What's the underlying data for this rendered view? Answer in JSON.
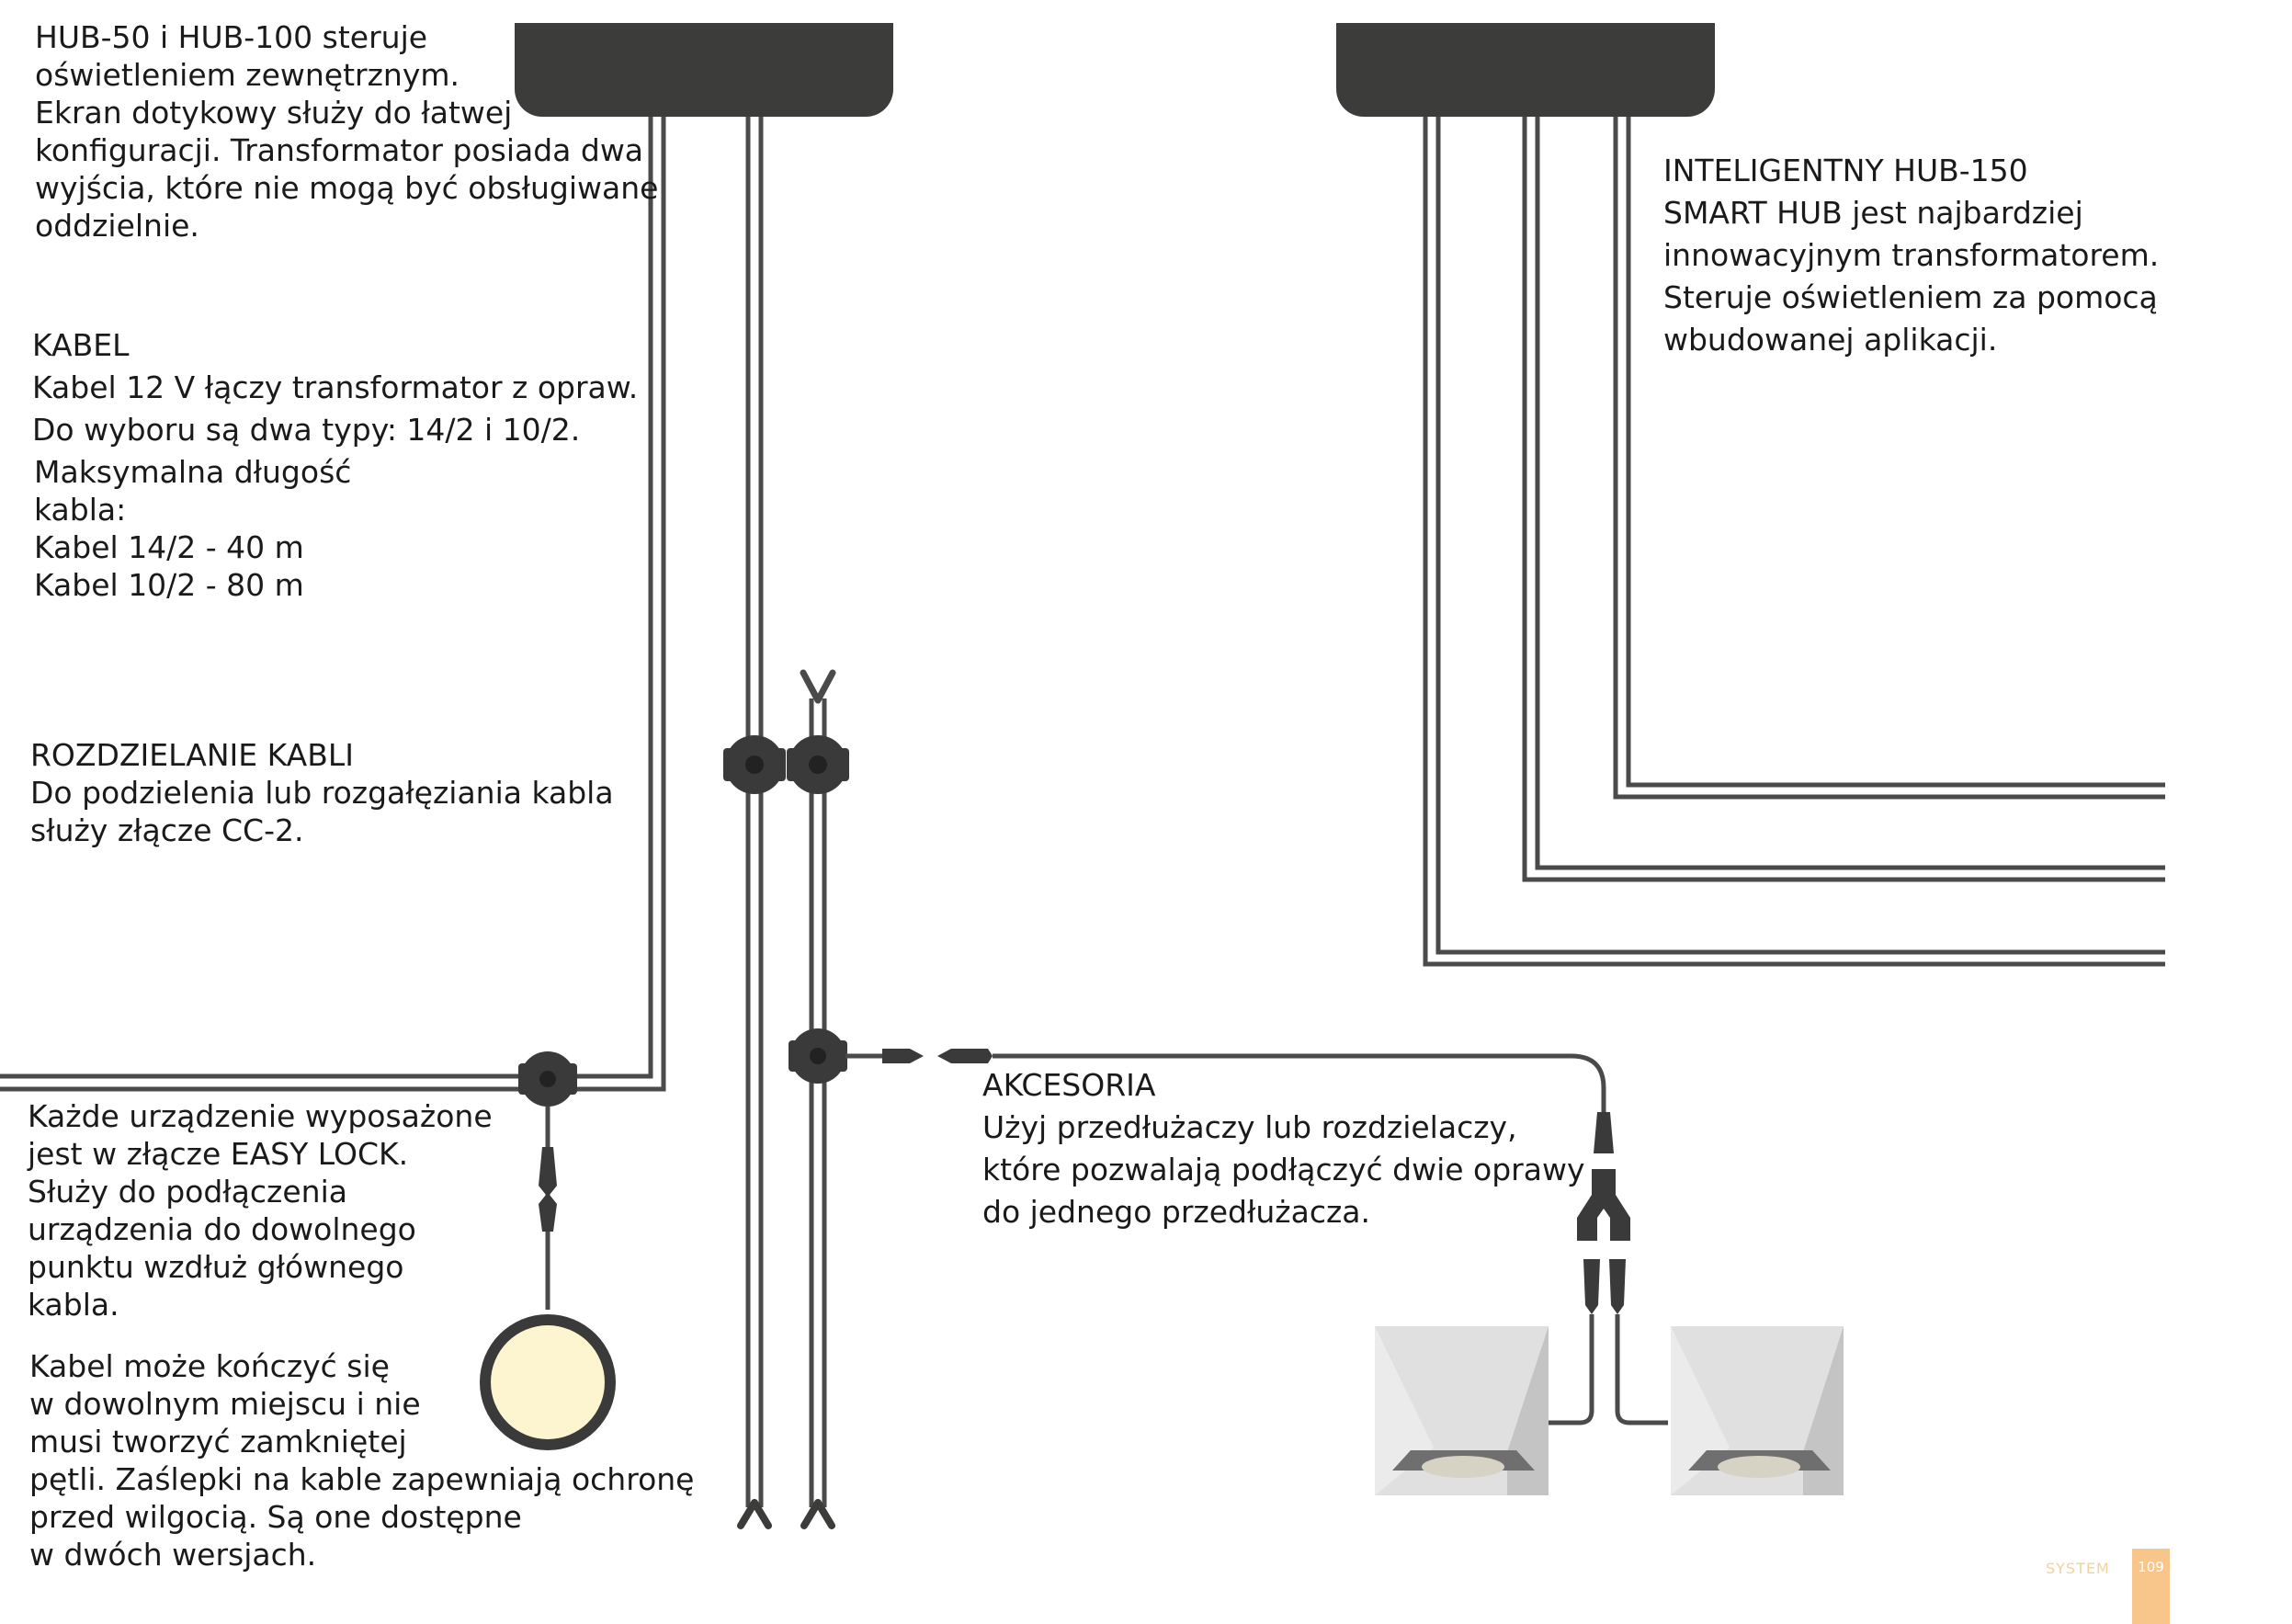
{
  "texts": {
    "hub": [
      "HUB-50 i HUB-100 steruje",
      "oświetleniem zewnętrznym.",
      "Ekran dotykowy służy do łatwej",
      "konfiguracji. Transformator posiada dwa",
      "wyjścia, które nie mogą być obsługiwane",
      "oddzielnie."
    ],
    "kabel": [
      "KABEL",
      "Kabel 12 V łączy transformator z opraw.",
      "Do wyboru są dwa typy: 14/2 i 10/2."
    ],
    "kabel_length": [
      "Maksymalna długość",
      "kabla:",
      "Kabel 14/2 - 40 m",
      "Kabel 10/2 - 80 m"
    ],
    "rozdzielanie": [
      "ROZDZIELANIE KABLI",
      "Do podzielenia lub rozgałęziania kabla",
      "służy złącze CC-2."
    ],
    "easylock": [
      "Każde urządzenie wyposażone",
      "jest w złącze EASY LOCK.",
      "Służy do podłączenia",
      "urządzenia do dowolnego",
      "punktu wzdłuż głównego",
      "kabla."
    ],
    "endcaps": [
      "Kabel może kończyć się",
      "w dowolnym miejscu i nie",
      "musi tworzyć zamkniętej",
      "pętli. Zaślepki na kable zapewniają ochronę",
      "przed wilgocią. Są one dostępne",
      "w dwóch wersjach."
    ],
    "smarthub": [
      "INTELIGENTNY HUB-150",
      "SMART HUB jest najbardziej",
      "innowacyjnym transformatorem.",
      "Steruje oświetleniem za pomocą",
      "wbudowanej aplikacji."
    ],
    "akcesoria": [
      "AKCESORIA",
      "Użyj przedłużaczy lub rozdzielaczy,",
      "które pozwalają podłączyć dwie oprawy",
      "do jednego przedłużacza."
    ]
  },
  "footer": {
    "section": "SYSTEM",
    "page": "109"
  },
  "colors": {
    "hub_body": "#3c3c3b",
    "cable": "#4a4a4a",
    "connector": "#3a3a3a",
    "lamp_glow": "#fdf4d0",
    "fixture_light": "#e0e0e0",
    "fixture_side": "#c4c4c4",
    "accent_orange": "#f8c58b"
  }
}
